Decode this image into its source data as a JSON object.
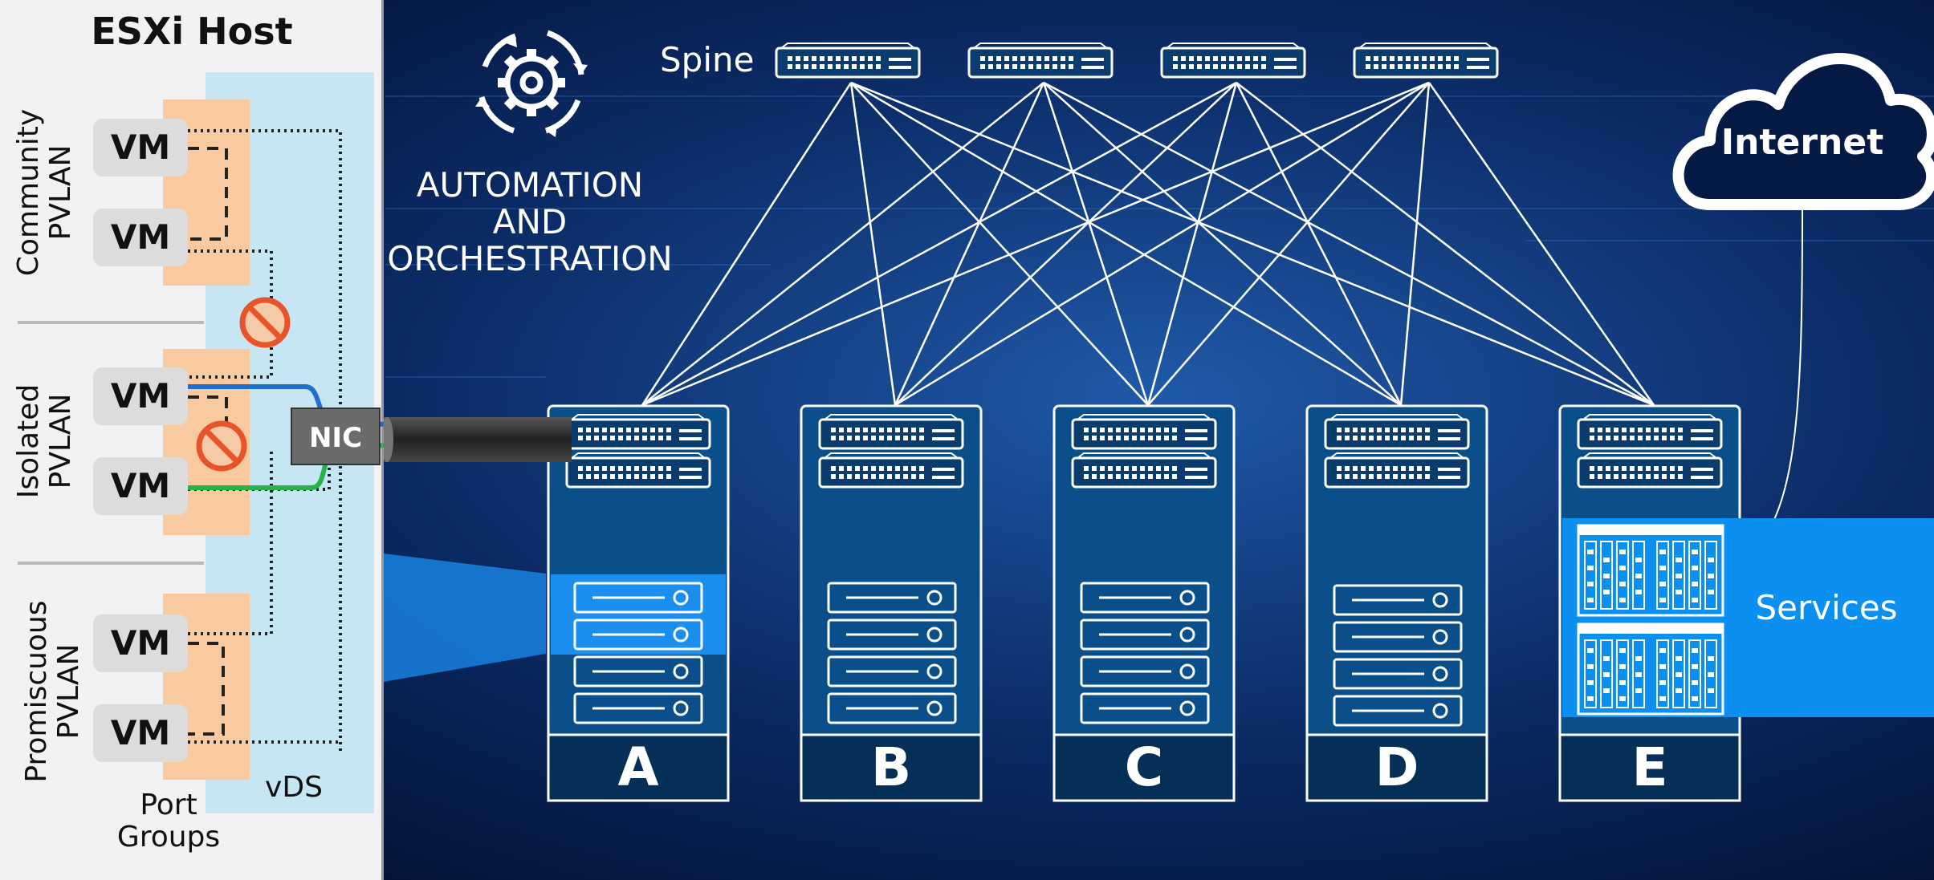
{
  "esxi": {
    "title": "ESXi Host",
    "groups": [
      {
        "label_line1": "Community",
        "label_line2": "PVLAN",
        "vm1": "VM",
        "vm2": "VM"
      },
      {
        "label_line1": "Isolated",
        "label_line2": "PVLAN",
        "vm1": "VM",
        "vm2": "VM"
      },
      {
        "label_line1": "Promiscuous",
        "label_line2": "PVLAN",
        "vm1": "VM",
        "vm2": "VM"
      }
    ],
    "port_groups_line1": "Port",
    "port_groups_line2": "Groups",
    "vds_label": "vDS",
    "nic_label": "NIC"
  },
  "automation": {
    "line1": "AUTOMATION",
    "line2": "AND",
    "line3": "ORCHESTRATION",
    "icon": "gear-cycle-icon"
  },
  "fabric": {
    "spine_label": "Spine",
    "spine_count": 4,
    "racks": [
      "A",
      "B",
      "C",
      "D",
      "E"
    ]
  },
  "internet_label": "Internet",
  "services_label": "Services",
  "colors": {
    "background": "#041a44",
    "rack": "#0a4f8a",
    "highlight": "#0b8ff0",
    "port_group": "#f9c9a0",
    "vds": "#c6e6f3",
    "blue_link": "#1e6fd0",
    "green_link": "#27b24a",
    "block_icon": "#e8542a"
  }
}
